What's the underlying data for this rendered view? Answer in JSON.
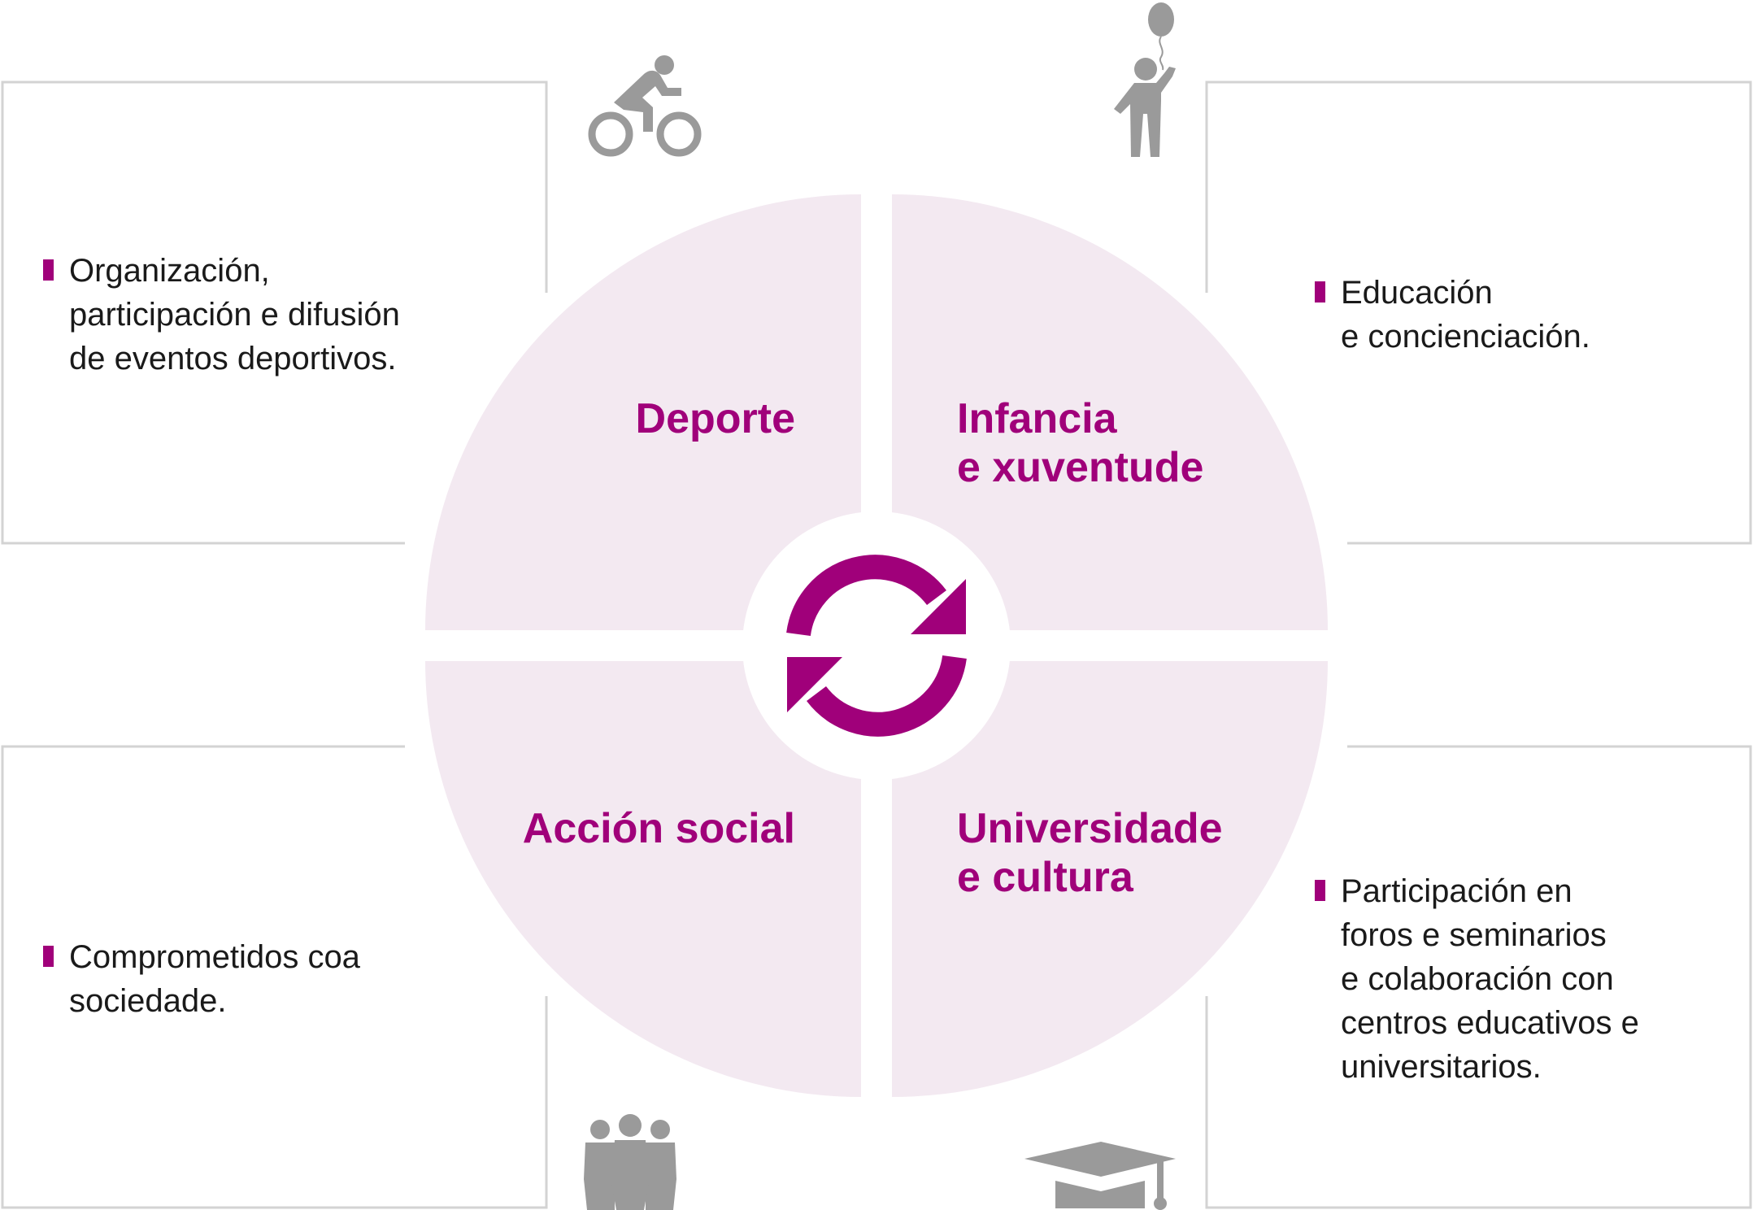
{
  "colors": {
    "accent": "#a0007a",
    "quadrant_fill": "#f3e9f1",
    "frame_stroke": "#d3d3d3",
    "icon_gray": "#9a9a9a",
    "text": "#1a1a1a"
  },
  "center_icon": "refresh-cycle-icon",
  "quadrants": {
    "top_left": {
      "title_lines": [
        "Deporte"
      ],
      "icon": "cyclist-icon",
      "description_lines": [
        "Organización,",
        "participación e difusión",
        "de eventos deportivos."
      ]
    },
    "top_right": {
      "title_lines": [
        "Infancia",
        "e xuventude"
      ],
      "icon": "child-balloon-icon",
      "description_lines": [
        "Educación",
        "e concienciación."
      ]
    },
    "bottom_left": {
      "title_lines": [
        "Acción social"
      ],
      "icon": "people-group-icon",
      "description_lines": [
        "Comprometidos coa",
        "sociedade."
      ]
    },
    "bottom_right": {
      "title_lines": [
        "Universidade",
        "e cultura"
      ],
      "icon": "graduation-cap-icon",
      "description_lines": [
        "Participación en",
        "foros e seminarios",
        "e colaboración con",
        "centros educativos e",
        "universitarios."
      ]
    }
  }
}
